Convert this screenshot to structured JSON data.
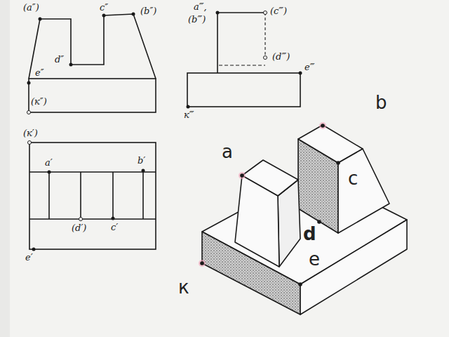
{
  "diagram": {
    "labels": [
      "(a″)",
      "c″",
      "(b″)",
      "d″",
      "e″",
      "(к″)",
      "a‴,",
      "(b‴)",
      "(c‴)",
      "(d‴)",
      "e‴",
      "к‴",
      "(к′)",
      "a′",
      "b′",
      "(d′)",
      "c′",
      "e′",
      "a",
      "b",
      "c",
      "d",
      "e",
      "к"
    ]
  }
}
